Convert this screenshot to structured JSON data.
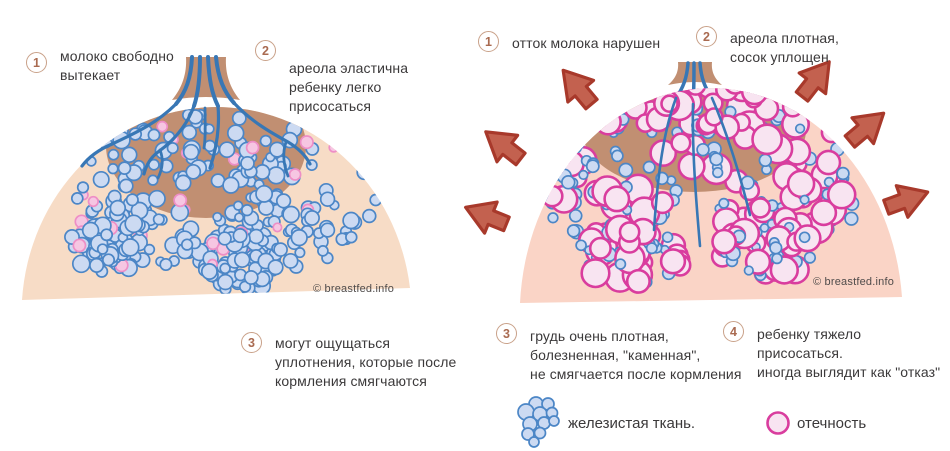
{
  "colors": {
    "skin_left": "#f7dcc6",
    "skin_right": "#fad4c6",
    "areola": "#c18f72",
    "duct": "#3877b5",
    "gland_fill": "#ccdaf2",
    "gland_stroke": "#4c86c6",
    "edema_small_fill": "#f6c6e2",
    "edema_small_stroke": "#ee8ec6",
    "edema_fill": "#f8e4f1",
    "edema_stroke": "#d93d9e",
    "arrow_fill": "#c3614f",
    "arrow_stroke": "#a8392b",
    "badge_ring": "#c9a189",
    "badge_num": "#a96a50",
    "text": "#3b393a",
    "watermark": "#4f4b4a"
  },
  "left_panel": {
    "callouts": [
      {
        "num": "1",
        "text": "молоко свободно\nвытекает"
      },
      {
        "num": "2",
        "text": "ареола эластична\nребенку легко\nприсосаться"
      },
      {
        "num": "3",
        "text": "могут ощущаться\nуплотнения, которые после\nкормления смягчаются"
      }
    ],
    "watermark": "© breastfed.info"
  },
  "right_panel": {
    "callouts": [
      {
        "num": "1",
        "text": "отток молока нарушен"
      },
      {
        "num": "2",
        "text": "ареола плотная,\nсосок уплощен"
      },
      {
        "num": "3",
        "text": "грудь очень плотная,\nболезненная, \"каменная\",\nне смягчается после кормления"
      },
      {
        "num": "4",
        "text": "ребенку тяжело присосаться.\nиногда выглядит как \"отказ\""
      }
    ],
    "watermark": "© breastfed.info"
  },
  "legend": {
    "items": [
      {
        "icon": "gland-tissue-icon",
        "label": "железистая ткань."
      },
      {
        "icon": "edema-icon",
        "label": "отечность"
      }
    ]
  }
}
